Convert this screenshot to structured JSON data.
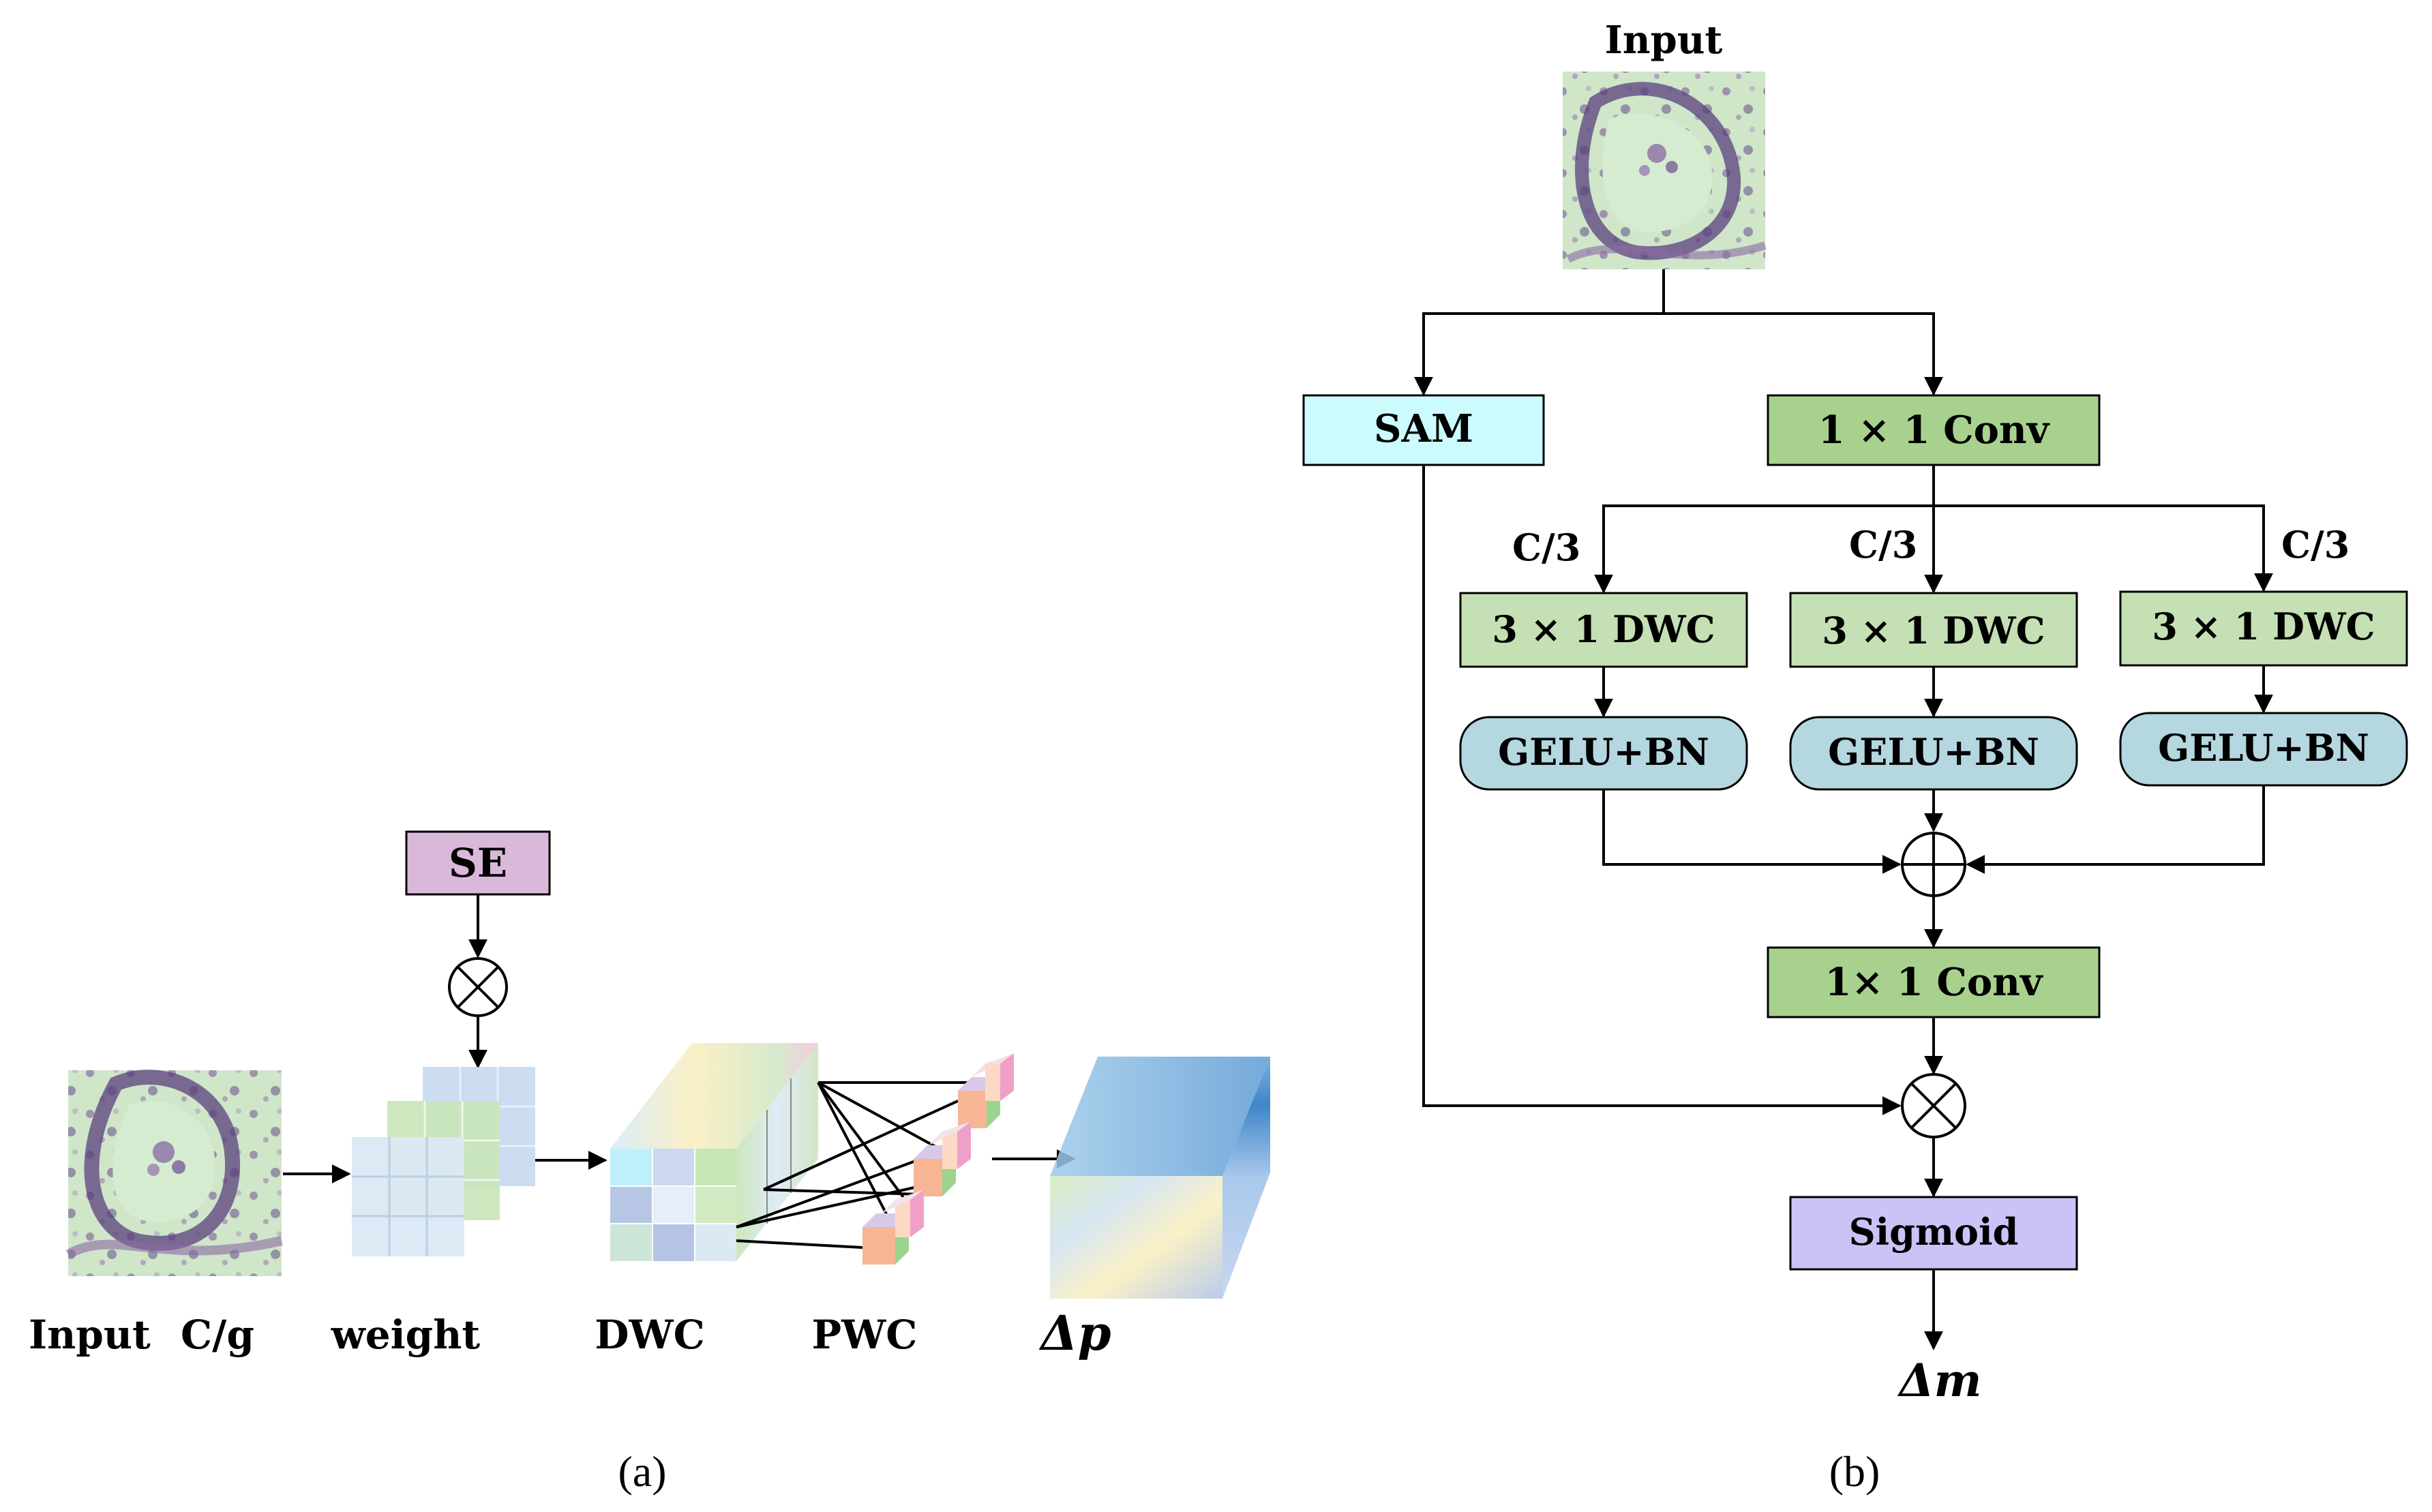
{
  "panel_a": {
    "caption": "(a)",
    "se_label": "SE",
    "labels": {
      "input": "Input",
      "cg": "C/g",
      "weight": "weight",
      "dwc": "DWC",
      "pwc": "PWC",
      "delta_p": "Δp"
    }
  },
  "panel_b": {
    "caption": "(b)",
    "input_label": "Input",
    "sam": "SAM",
    "conv_top": "1 × 1 Conv",
    "split_labels": [
      "C/3",
      "C/3",
      "C/3"
    ],
    "dwc": [
      "3 × 1 DWC",
      "3 × 1 DWC",
      "3 × 1 DWC"
    ],
    "gelu": [
      "GELU+BN",
      "GELU+BN",
      "GELU+BN"
    ],
    "conv_bottom": "1× 1 Conv",
    "sigmoid": "Sigmoid",
    "output": "Δm"
  },
  "colors": {
    "sam_fill": "#ccfbfe",
    "conv_fill": "#a9d18e",
    "dwc_fill": "#c5e0b4",
    "gelu_fill": "#b4d7e0",
    "sigmoid_fill": "#cbc3f5",
    "se_fill": "#d9b8d9"
  }
}
